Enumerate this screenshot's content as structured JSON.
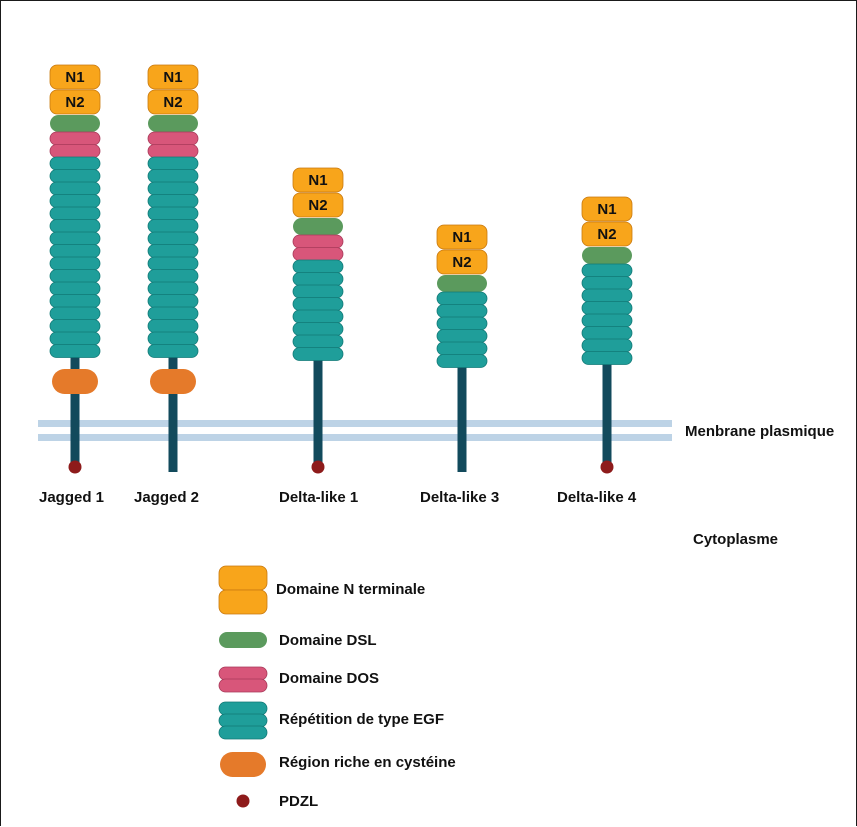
{
  "membrane_label": "Menbrane plasmique",
  "cytoplasm_label": "Cytoplasme",
  "domain_labels": {
    "n1": "N1",
    "n2": "N2"
  },
  "colors": {
    "n_terminal": "#F8A51B",
    "n_terminal_line": "#C97A10",
    "dsl": "#5B9A5D",
    "dos": "#D8567A",
    "dos_line": "#A83A5A",
    "egf": "#1F9E9A",
    "egf_line": "#127A77",
    "cys": "#E57A2A",
    "stalk": "#124A5C",
    "pdzl": "#8E1B1B",
    "membrane": "#BDD3E6"
  },
  "ligands": [
    {
      "name": "Jagged 1",
      "n_terminal": true,
      "dsl": true,
      "dos_repeats": 2,
      "egf_repeats": 16,
      "cysteine_rich": true,
      "pdzl": true
    },
    {
      "name": "Jagged 2",
      "n_terminal": true,
      "dsl": true,
      "dos_repeats": 2,
      "egf_repeats": 16,
      "cysteine_rich": true,
      "pdzl": false
    },
    {
      "name": "Delta-like 1",
      "n_terminal": true,
      "dsl": true,
      "dos_repeats": 2,
      "egf_repeats": 8,
      "cysteine_rich": false,
      "pdzl": true
    },
    {
      "name": "Delta-like 3",
      "n_terminal": true,
      "dsl": true,
      "dos_repeats": 0,
      "egf_repeats": 6,
      "cysteine_rich": false,
      "pdzl": false
    },
    {
      "name": "Delta-like 4",
      "n_terminal": true,
      "dsl": true,
      "dos_repeats": 0,
      "egf_repeats": 8,
      "cysteine_rich": false,
      "pdzl": true
    }
  ],
  "legend": [
    {
      "key": "n_terminal",
      "label": "Domaine N terminale"
    },
    {
      "key": "dsl",
      "label": "Domaine DSL"
    },
    {
      "key": "dos",
      "label": "Domaine DOS"
    },
    {
      "key": "egf",
      "label": "Répétition de type EGF"
    },
    {
      "key": "cys",
      "label": "Région riche en cystéine"
    },
    {
      "key": "pdzl",
      "label": "PDZL"
    }
  ]
}
